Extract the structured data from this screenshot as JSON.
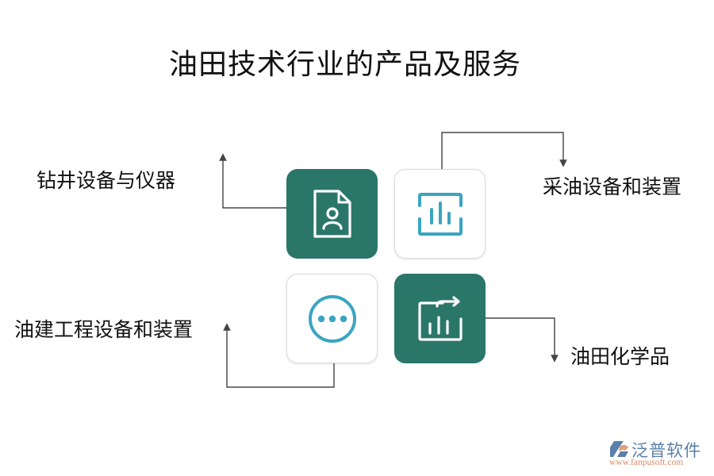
{
  "title": "油田技术行业的产品及服务",
  "items": [
    {
      "label": "钻井设备与仪器",
      "icon": "document-user-icon",
      "style": "teal",
      "position": "top-left"
    },
    {
      "label": "采油设备和装置",
      "icon": "bar-chart-scan-icon",
      "style": "light",
      "position": "top-right"
    },
    {
      "label": "油建工程设备和装置",
      "icon": "more-dots-circle-icon",
      "style": "light",
      "position": "bottom-left"
    },
    {
      "label": "油田化学品",
      "icon": "chart-export-icon",
      "style": "teal",
      "position": "bottom-right"
    }
  ],
  "colors": {
    "teal": "#2a776a",
    "icon_blue": "#3aa5c0",
    "connector": "#333333"
  },
  "watermark": {
    "brand": "泛普软件",
    "url": "www.fanpusoft.com"
  }
}
